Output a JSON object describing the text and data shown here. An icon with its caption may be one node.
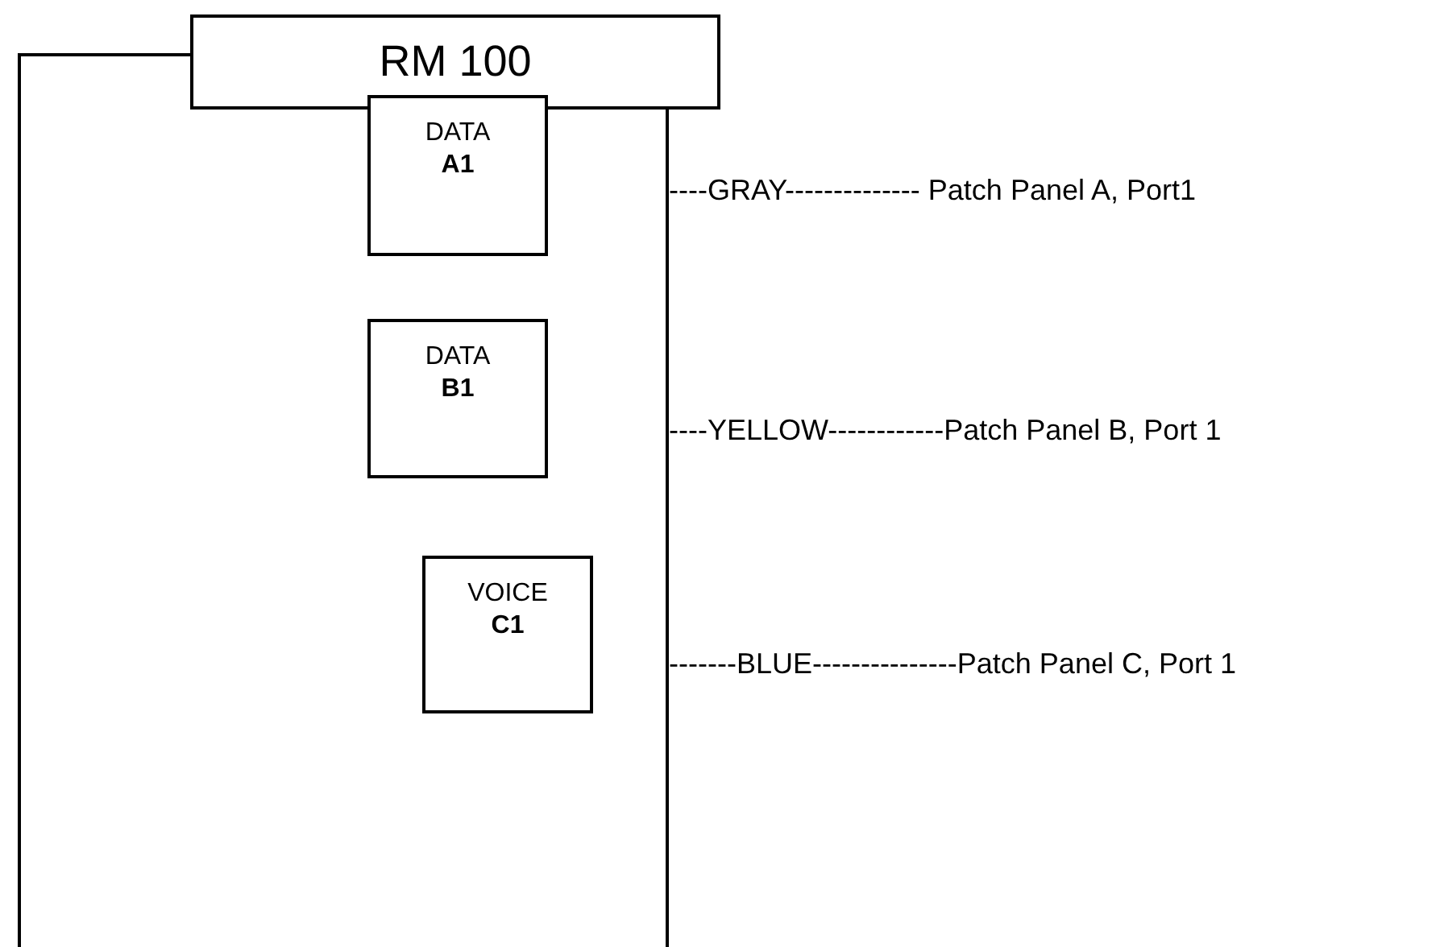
{
  "diagram": {
    "nodes": [
      {
        "text": [
          "RM 100"
        ]
      },
      {
        "text": [
          "DATA",
          "A1"
        ]
      },
      {
        "text": [
          "DATA",
          "B1"
        ]
      },
      {
        "text": [
          "VOICE",
          "C1"
        ]
      }
    ],
    "labels": [
      "----GRAY-------------- Patch Panel A, Port1",
      "----YELLOW------------Patch Panel B, Port 1",
      "-------BLUE---------------Patch Panel C, Port 1"
    ]
  }
}
